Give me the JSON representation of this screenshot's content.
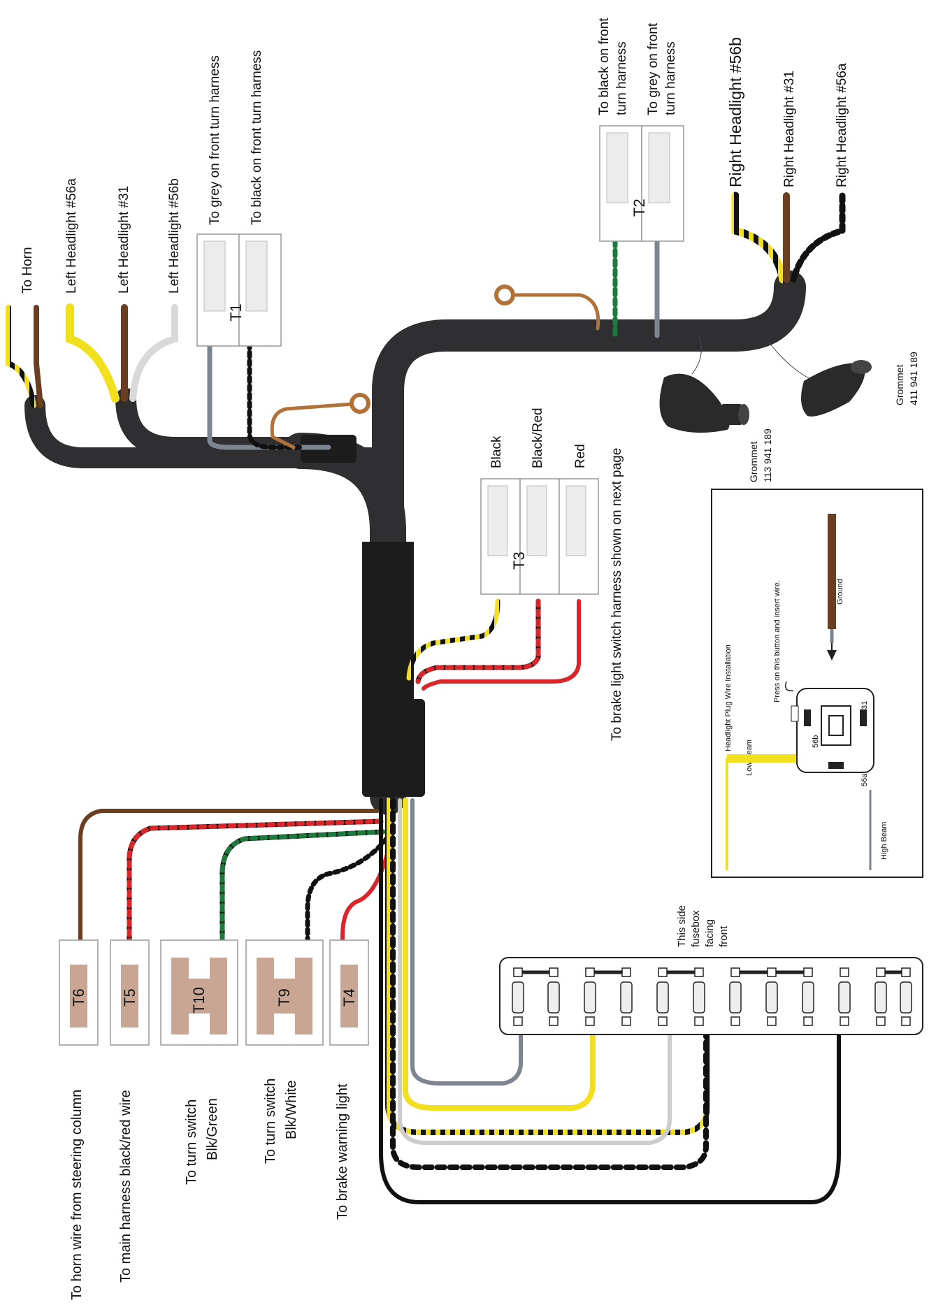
{
  "labels": {
    "to_horn": "To Horn",
    "left_56a": "Left Headlight #56a",
    "left_31": "Left Headlight #31",
    "left_56b": "Left Headlight #56b",
    "to_grey_front": "To grey on front turn harness",
    "to_black_front": "To black on front turn harness",
    "to_black_front_r1": "To black on front",
    "to_black_front_r2": "turn harness",
    "to_grey_front_r1": "To grey on front",
    "to_grey_front_r2": "turn harness",
    "right_56b": "Right Headlight #56b",
    "right_31": "Right Headlight #31",
    "right_56a": "Right Headlight #56a",
    "black": "Black",
    "black_red": "Black/Red",
    "red": "Red",
    "brake_switch": "To brake light switch harness shown on next page",
    "grommet_left_1": "Grommet",
    "grommet_left_2": "113 941 189",
    "grommet_right_1": "Grommet",
    "grommet_right_2": "411 941 189",
    "t1": "T1",
    "t2": "T2",
    "t3": "T3",
    "t4": "T4",
    "t5": "T5",
    "t6": "T6",
    "t9": "T9",
    "t10": "T10",
    "horn_wire": "To horn wire from steering column",
    "main_harness": "To main harness black/red wire",
    "turn_green_1": "To turn switch",
    "turn_green_2": "Blk/Green",
    "turn_white_1": "To turn switch",
    "turn_white_2": "Blk/White",
    "brake_warning": "To brake warning light",
    "fusebox_1": "This side",
    "fusebox_2": "fusebox",
    "fusebox_3": "facing",
    "fusebox_4": "front"
  },
  "inset": {
    "title": "Headlight Plug Wire Installation",
    "press": "Press on this button and insert wire.",
    "ground": "Ground",
    "low_beam": "Low Beam",
    "high_beam": "High Beam",
    "pin_56b": "56b",
    "pin_56a": "56a",
    "pin_31": "31"
  },
  "colors": {
    "harness": "#2f2f31",
    "brown": "#6b3e22",
    "yellow": "#f2e01f",
    "red": "#d8262a",
    "green": "#1e7a3c",
    "grey": "#7c8590",
    "terminal": "#c9a693"
  }
}
